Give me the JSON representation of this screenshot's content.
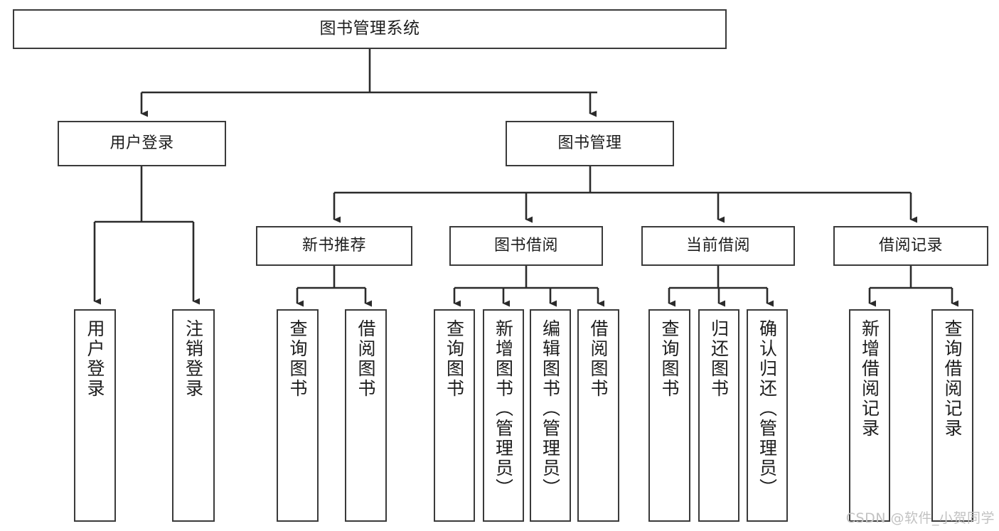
{
  "diagram": {
    "title": "图书管理系统",
    "type": "hierarchy-tree",
    "colors": {
      "background": "#ffffff",
      "box_border": "#3a3a3a",
      "box_fill": "#ffffff",
      "connector": "#2b2b2b",
      "text": "#1d1d1d",
      "watermark": "#c2c2c2"
    },
    "nodes": {
      "root": {
        "label": "图书管理系统"
      },
      "level1": [
        {
          "id": "user-login",
          "label": "用户登录"
        },
        {
          "id": "book-manage",
          "label": "图书管理"
        }
      ],
      "level2": [
        {
          "id": "new-book-recommend",
          "label": "新书推荐"
        },
        {
          "id": "book-borrow",
          "label": "图书借阅"
        },
        {
          "id": "current-borrow",
          "label": "当前借阅"
        },
        {
          "id": "borrow-record",
          "label": "借阅记录"
        }
      ],
      "leaves": {
        "user-login": [
          {
            "id": "leaf-user-login",
            "label": "用户登录"
          },
          {
            "id": "leaf-logout-login",
            "label": "注销登录"
          }
        ],
        "new-book-recommend": [
          {
            "id": "leaf-query-book-1",
            "label": "查询图书"
          },
          {
            "id": "leaf-borrow-book-1",
            "label": "借阅图书"
          }
        ],
        "book-borrow": [
          {
            "id": "leaf-query-book-2",
            "label": "查询图书"
          },
          {
            "id": "leaf-add-book",
            "label": "新增图书（管理员）"
          },
          {
            "id": "leaf-edit-book",
            "label": "编辑图书（管理员）"
          },
          {
            "id": "leaf-borrow-book-2",
            "label": "借阅图书"
          }
        ],
        "current-borrow": [
          {
            "id": "leaf-query-book-3",
            "label": "查询图书"
          },
          {
            "id": "leaf-return-book",
            "label": "归还图书"
          },
          {
            "id": "leaf-confirm-return",
            "label": "确认归还（管理员）"
          }
        ],
        "borrow-record": [
          {
            "id": "leaf-add-record",
            "label": "新增借阅记录"
          },
          {
            "id": "leaf-query-record",
            "label": "查询借阅记录"
          }
        ]
      }
    },
    "watermark": "CSDN @软件_小贺同学"
  }
}
